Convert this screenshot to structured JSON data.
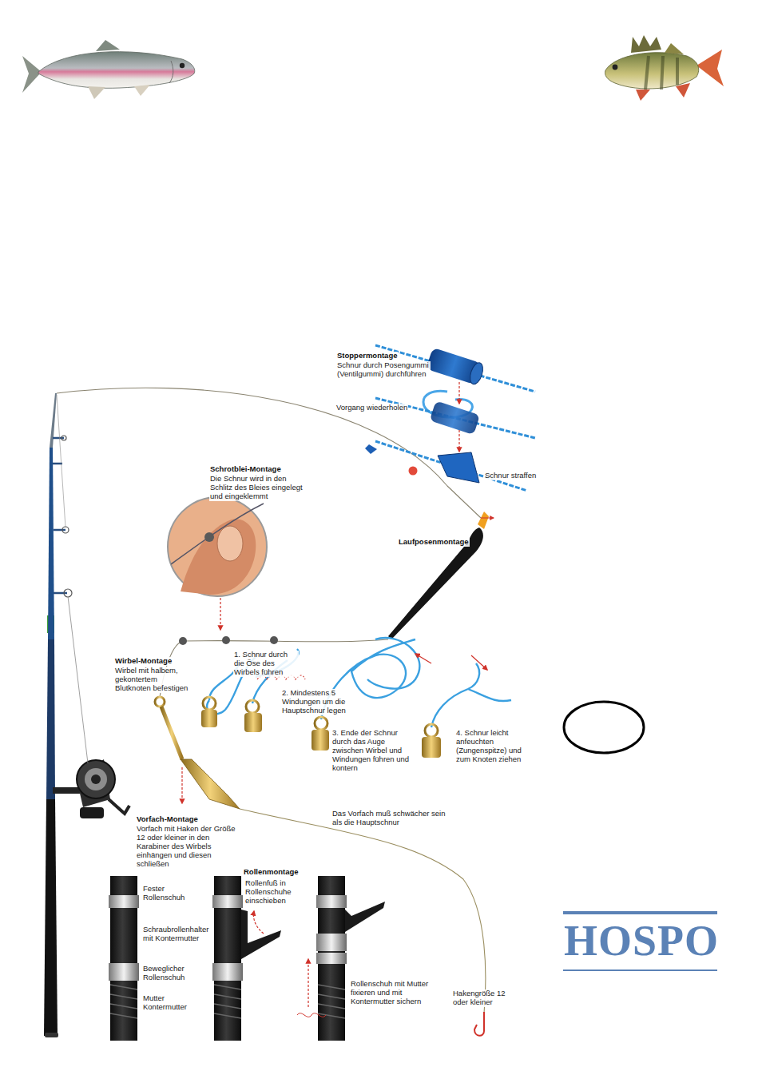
{
  "diagram": {
    "labels": [
      "Stoppermontage",
      "Schnur durch Posengummi (Ventilgummi) durchführen",
      "Vorgang wiederholen",
      "Schnur straffen",
      "Schrotblei-Montage",
      "Die Schnur wird in den Schlitz des Bleies eingelegt und eingeklemmt",
      "Laufposenmontage",
      "Wirbel-Montage",
      "Wirbel mit halbem, gekontertem Blutknoten befestigen",
      "1. Schnur durch die Öse des Wirbels führen",
      "2. Mindestens 5 Windungen um die Hauptschnur legen",
      "3. Ende der Schnur durch das Auge zwischen Wirbel und Windungen führen und kontern",
      "4. Schnur leicht anfeuchten (Zungenspitze) und zum Knoten ziehen",
      "Das Vorfach muß schwächer sein als die Hauptschnur",
      "Vorfach-Montage",
      "Vorfach mit Haken der Größe 12 oder kleiner in den Karabiner des Wirbels einhängen und diesen schließen",
      "Rollenmontage",
      "Fester Rollenschuh",
      "Schraubrollenhalter mit Kontermutter",
      "Beweglicher Rollenschuh",
      "Mutter Kontermutter",
      "Rollenfuß in Rollenschuhe einschieben",
      "Rollenschuh mit Mutter fixieren und mit Kontermutter sichern",
      "Hakengröße 12 oder kleiner",
      "HOSPO"
    ]
  }
}
